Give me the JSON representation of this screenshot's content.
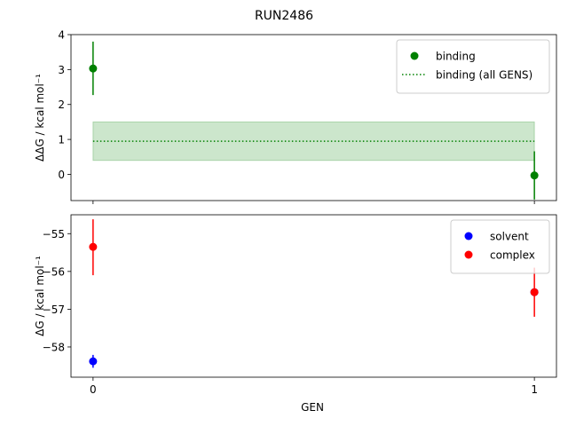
{
  "title": "RUN2486",
  "x_label": "GEN",
  "chart_data": [
    {
      "type": "scatter",
      "panel": "top",
      "ylabel": "ΔΔG / kcal mol⁻¹",
      "xlim": [
        -0.05,
        1.05
      ],
      "ylim": [
        -0.75,
        4.0
      ],
      "x_ticks": [
        0,
        1
      ],
      "x_tick_labels_visible": false,
      "y_ticks": [
        0,
        1,
        2,
        3,
        4
      ],
      "y_tick_labels": [
        "0",
        "1",
        "2",
        "3",
        "4"
      ],
      "grid": false,
      "legend_position": "top-right",
      "series": [
        {
          "name": "binding",
          "kind": "scatter-errorbar",
          "color": "#008000",
          "points": [
            {
              "x": 0,
              "y": 3.03,
              "err_low": 2.27,
              "err_high": 3.8
            },
            {
              "x": 1,
              "y": -0.03,
              "err_low": -0.72,
              "err_high": 0.66
            }
          ]
        },
        {
          "name": "binding (all GENS)",
          "kind": "hline-band",
          "color": "#008000",
          "line_style": "dotted",
          "y": 0.95,
          "band": [
            0.4,
            1.5
          ],
          "band_color": "#008000",
          "band_opacity": 0.2,
          "x_range": [
            0,
            1
          ]
        }
      ]
    },
    {
      "type": "scatter",
      "panel": "bottom",
      "ylabel": "ΔG / kcal mol⁻¹",
      "xlabel": "GEN",
      "xlim": [
        -0.05,
        1.05
      ],
      "ylim": [
        -58.8,
        -54.5
      ],
      "x_ticks": [
        0,
        1
      ],
      "x_tick_labels": [
        "0",
        "1"
      ],
      "y_ticks": [
        -58,
        -57,
        -56,
        -55
      ],
      "y_tick_labels": [
        "−58",
        "−57",
        "−56",
        "−55"
      ],
      "grid": false,
      "legend_position": "top-right",
      "series": [
        {
          "name": "solvent",
          "kind": "scatter-errorbar",
          "color": "#0000ff",
          "points": [
            {
              "x": 0,
              "y": -58.38,
              "err_low": -58.55,
              "err_high": -58.21
            },
            {
              "x": 1,
              "y": -56.55,
              "err_low": -56.58,
              "err_high": -56.52
            }
          ]
        },
        {
          "name": "complex",
          "kind": "scatter-errorbar",
          "color": "#ff0000",
          "points": [
            {
              "x": 0,
              "y": -55.35,
              "err_low": -56.1,
              "err_high": -54.62
            },
            {
              "x": 1,
              "y": -56.55,
              "err_low": -57.2,
              "err_high": -55.9
            }
          ]
        }
      ]
    }
  ]
}
